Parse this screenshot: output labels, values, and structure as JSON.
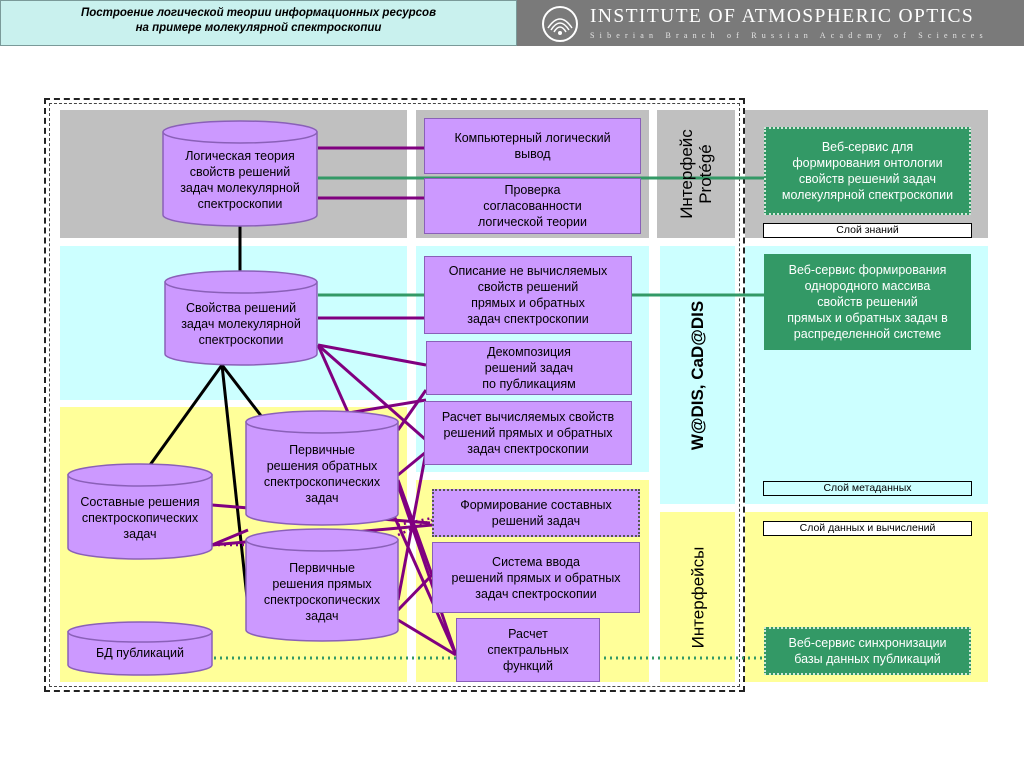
{
  "header": {
    "title": "Построение логической теории информационных ресурсов\nна примере молекулярной спектроскопии",
    "institute_name": "INSTITUTE OF ATMOSPHERIC OPTICS",
    "institute_subtitle": "Siberian Branch of Russian Academy of Sciences",
    "logo_icon": "institute-logo-icon"
  },
  "colors": {
    "zone_gray": "#c0c0c0",
    "zone_cyan": "#ccffff",
    "zone_yellow": "#ffff99",
    "task_box": "#cc99ff",
    "service_box": "#339966",
    "line_purple": "#800080",
    "line_green": "#339966"
  },
  "databases": {
    "logic_theory": "Логическая теория\nсвойств решений\nзадач молекулярной\nспектроскопии",
    "properties": "Свойства решений\nзадач молекулярной\nспектроскопии",
    "primary_inverse": "Первичные\nрешения обратных\nспектроскопических\nзадач",
    "composite": "Составные решения\nспектроскопических\nзадач",
    "primary_direct": "Первичные\nрешения прямых\nспектроскопических\nзадач",
    "publications_db": "БД публикаций"
  },
  "tasks": {
    "logical_inference": "Компьютерный логический\nвывод",
    "consistency_check": "Проверка\nсогласованности\nлогической теории",
    "noncomputable_description": "Описание не вычисляемых\nсвойств решений\nпрямых и обратных\nзадач спектроскопии",
    "decomposition": "Декомпозиция\nрешений задач\nпо публикациям",
    "computable_calculation": "Расчет вычисляемых свойств\nрешений прямых и обратных\nзадач спектроскопии",
    "composite_formation": "Формирование составных\nрешений задач",
    "input_system": "Система ввода\nрешений прямых и обратных\nзадач спектроскопии",
    "spectral_functions": "Расчет\nспектральных\nфункций"
  },
  "interfaces": {
    "protege": "Интерфейс\nProtégé",
    "wdis": "W@DIS, CaD@DIS",
    "interfaces": "Интерфейсы"
  },
  "services": {
    "ontology": "Веб-сервис для\nформирования онтологии\nсвойств решений задач\nмолекулярной спектроскопии",
    "homogeneous_array": "Веб-сервис формирования\nоднородного массива\nсвойств решений\nпрямых и обратных задач в\nраспределенной системе",
    "sync_publications": "Веб-сервис синхронизации\nбазы данных публикаций"
  },
  "layers": {
    "knowledge": "Слой знаний",
    "metadata": "Слой метаданных",
    "data_compute": "Слой данных и вычислений"
  }
}
